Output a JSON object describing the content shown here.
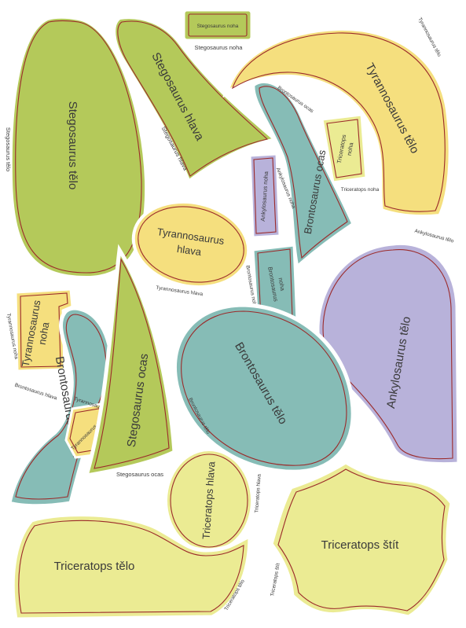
{
  "colors": {
    "green": "#b4c95a",
    "green_dark": "#a4bb48",
    "yellow": "#f5df7e",
    "yellow_pale": "#ebeb93",
    "teal": "#86bcb6",
    "lavender": "#b8b2da",
    "cut_line": "#9b2a2a"
  },
  "pieces": {
    "stego_body": {
      "label": "Stegosaurus tělo",
      "caption": "Stegosaurus tělo"
    },
    "stego_head": {
      "label": "Stegosaurus hlava",
      "caption": "Stegosaurus hlava"
    },
    "stego_leg": {
      "label": "Stegosaurus noha",
      "caption": "Stegosaurus noha"
    },
    "tyranno_body": {
      "label": "Tyrannosaurus tělo",
      "caption": "Tyrannosaurus tělo"
    },
    "bronto_tail": {
      "label": "Brontosaurus ocas",
      "caption": "Brontosaurus ocas"
    },
    "trike_leg": {
      "label_line1": "Triceratops",
      "label_line2": "noha",
      "caption": "Triceratops noha"
    },
    "ankylo_leg": {
      "label": "Ankylosaurus noha",
      "caption": "Ankylosaurus noha"
    },
    "tyranno_head": {
      "label_line1": "Tyrannosaurus",
      "label_line2": "hlava",
      "caption": "Tyrannosaurus hlava"
    },
    "bronto_leg": {
      "label_line1": "Brontosaurus",
      "label_line2": "noha",
      "caption": "Brontosaurus noha"
    },
    "ankylo_body": {
      "label": "Ankylosaurus tělo",
      "caption": "Ankylosaurus tělo"
    },
    "tyranno_leg_big": {
      "label_line1": "Tyrannosaurus",
      "label_line2": "noha",
      "caption": "Tyrannosaurus noha"
    },
    "bronto_head": {
      "label": "Brontosaurus hlava",
      "caption": "Brontosaurus hlava"
    },
    "tyranno_leg_small": {
      "label": "Tyrannosaurus noha",
      "caption": "Tyrannosaurus noha"
    },
    "stego_tail": {
      "label": "Stegosaurus ocas",
      "caption": "Stegosaurus ocas"
    },
    "bronto_body": {
      "label": "Brontosaurus tělo",
      "caption": "Brontosaurus tělo"
    },
    "trike_head": {
      "label": "Triceratops hlava",
      "caption": "Triceratops hlava"
    },
    "trike_body": {
      "label": "Triceratops tělo",
      "caption": "Triceratops tělo"
    },
    "trike_frill": {
      "label": "Triceratops štít",
      "caption": "Triceratops štít"
    }
  }
}
